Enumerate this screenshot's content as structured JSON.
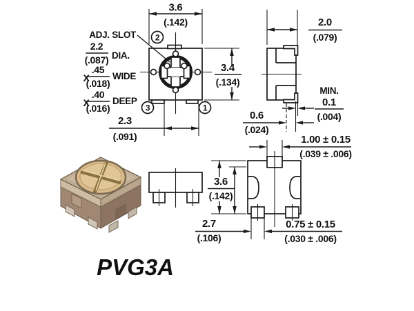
{
  "part_number": "PVG3A",
  "top_view": {
    "width_mm": "3.6",
    "width_in": "(.142)",
    "height_mm": "3.4",
    "height_in": "(.134)",
    "pitch_mm": "2.3",
    "pitch_in": "(.091)",
    "adj_slot": "ADJ. SLOT",
    "dia_mm": "2.2",
    "dia_in": "(.087)",
    "dia_label": "DIA.",
    "wide_x": "X",
    "wide_mm": ".45",
    "wide_in": "(.018)",
    "wide_label": "WIDE",
    "deep_x": "X",
    "deep_mm": ".40",
    "deep_in": "(.016)",
    "deep_label": "DEEP",
    "pin1": "1",
    "pin2": "2",
    "pin3": "3"
  },
  "side_view": {
    "width_mm": "2.0",
    "width_in": "(.079)",
    "min_label": "MIN.",
    "standoff_mm": "0.1",
    "standoff_in": "(.004)",
    "foot_mm": "0.6",
    "foot_in": "(.024)"
  },
  "bottom_view": {
    "top_pad_mm": "1.00 ± 0.15",
    "top_pad_in": "(.039 ± .006)",
    "height_mm": "3.6",
    "height_in": "(.142)",
    "body_mm": "2.7",
    "body_in": "(.106)",
    "pad_mm": "0.75 ± 0.15",
    "pad_in": "(.030 ± .006)"
  },
  "colors": {
    "line": "#1a1a1a",
    "metal_cover": "#bfae96",
    "plastic_front": "#a18874",
    "plastic_side": "#8d7462",
    "rotor": "#d9ba8a"
  }
}
